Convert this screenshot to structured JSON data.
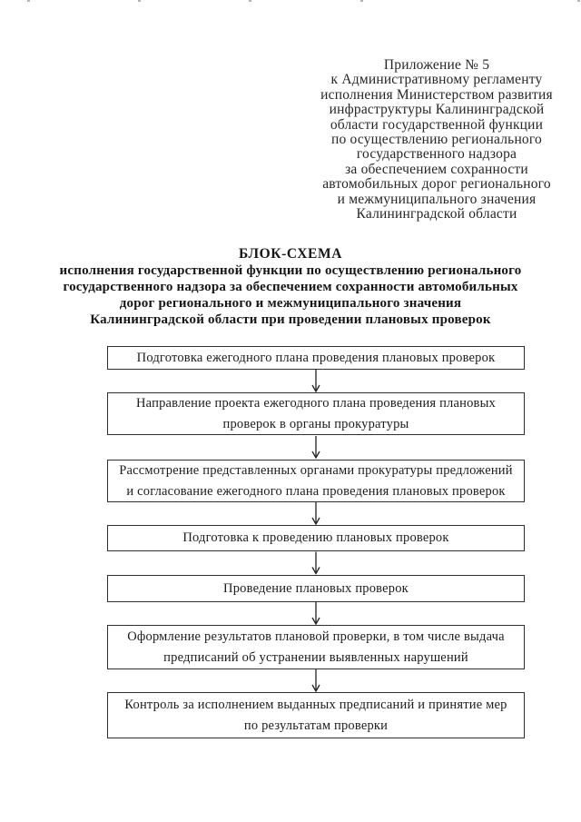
{
  "document": {
    "appendix": {
      "lines": [
        "Приложение № 5",
        "к Административному регламенту",
        "исполнения Министерством развития",
        "инфраструктуры Калининградской",
        "области государственной функции",
        "по осуществлению регионального",
        "государственного надзора",
        "за обеспечением сохранности",
        "автомобильных дорог регионального",
        "и межмуниципального значения",
        "Калининградской области"
      ]
    },
    "title": {
      "heading": "БЛОК-СХЕМА",
      "lines": [
        "исполнения государственной функции по осуществлению регионального",
        "государственного надзора за обеспечением сохранности автомобильных",
        "дорог регионального и межмуниципального значения",
        "Калининградской области при проведении плановых проверок"
      ]
    },
    "flowchart": {
      "steps": [
        {
          "lines": [
            "Подготовка ежегодного плана проведения плановых проверок"
          ]
        },
        {
          "lines": [
            "Направление проекта ежегодного плана проведения плановых",
            "проверок в органы прокуратуры"
          ]
        },
        {
          "lines": [
            "Рассмотрение представленных органами прокуратуры предложений",
            "и согласование ежегодного плана проведения плановых проверок"
          ]
        },
        {
          "lines": [
            "Подготовка к проведению плановых проверок"
          ]
        },
        {
          "lines": [
            "Проведение плановых проверок"
          ]
        },
        {
          "lines": [
            "Оформление результатов плановой проверки, в том числе выдача",
            "предписаний об устранении выявленных нарушений"
          ]
        },
        {
          "lines": [
            "Контроль за исполнением выданных предписаний и принятие мер",
            "по результатам проверки"
          ]
        }
      ]
    },
    "colors": {
      "background": "#ffffff",
      "ink": "#1c1c1c",
      "box_border": "#2f2f2f"
    }
  }
}
